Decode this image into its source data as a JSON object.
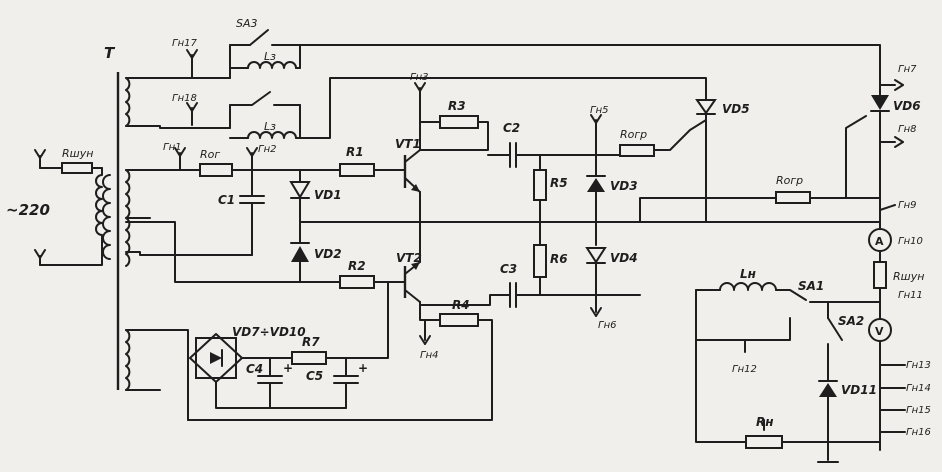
{
  "transformer": {
    "label": "T"
  },
  "mains": {
    "voltage": "~220",
    "resistor": "Rшун"
  },
  "jacks": {
    "g17": "Гн17",
    "g18": "Гн18",
    "g1": "Гн1",
    "g2": "Гн2",
    "g3": "Гн3",
    "g4": "Гн4",
    "g5": "Гн5",
    "g6": "Гн6",
    "g7": "Гн7",
    "g8": "Гн8",
    "g9": "Гн9",
    "g10": "Гн10",
    "g11": "Гн11",
    "g12": "Гн12",
    "g13": "Гн13",
    "g14": "Гн14",
    "g15": "Гн15",
    "g16": "Гн16"
  },
  "components": {
    "sa3": "SA3",
    "l3": "Lз",
    "l3b": "Lз",
    "rog1": "Rог",
    "c1": "C1",
    "vd1": "VD1",
    "vd2": "VD2",
    "r1": "R1",
    "r2": "R2",
    "r3": "R3",
    "r4": "R4",
    "r5": "R5",
    "r6": "R6",
    "r7": "R7",
    "vt1": "VT1",
    "vt2": "VT2",
    "c2": "C2",
    "c3": "C3",
    "vd3": "VD3",
    "vd4": "VD4",
    "vd5": "VD5",
    "vd6": "VD6",
    "rogr1": "Rогр",
    "rogr2": "Rогр",
    "rshun2": "Rшун",
    "bridge": "VD7÷VD10",
    "c4": "C4",
    "c5": "C5",
    "ln": "Lн",
    "sa1": "SA1",
    "sa2": "SA2",
    "vd11": "VD11",
    "rn": "Rн",
    "ammeter": "A",
    "voltmeter": "V"
  },
  "polarity": {
    "c4": "+",
    "c5": "+"
  }
}
